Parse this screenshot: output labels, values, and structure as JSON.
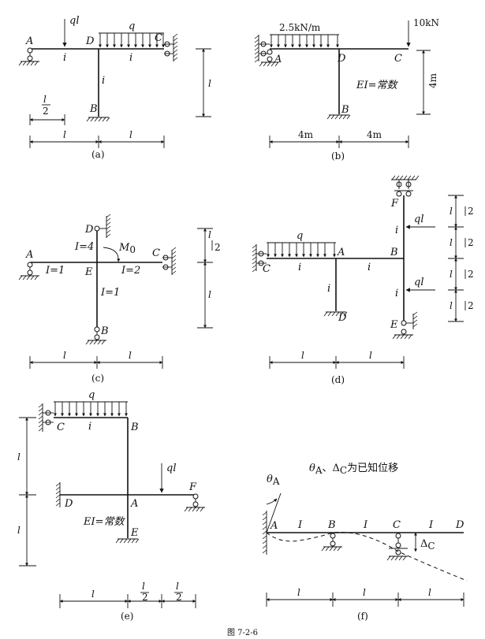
{
  "diagrams": {
    "a": {
      "caption": "(a)",
      "nodes": {
        "A": "A",
        "B": "B",
        "C": "C",
        "D": "D"
      },
      "loads": {
        "point": "ql",
        "dist": "q"
      },
      "stiffness": {
        "AD": "i",
        "DC": "i",
        "DB": "i"
      },
      "dims": {
        "half": "l",
        "half_den": "2",
        "left": "l",
        "right": "l",
        "height": "l"
      }
    },
    "b": {
      "caption": "(b)",
      "nodes": {
        "A": "A",
        "B": "B",
        "C": "C",
        "D": "D"
      },
      "loads": {
        "dist": "2.5kN/m",
        "point": "10kN"
      },
      "note": "EI=常数",
      "dims": {
        "left": "4m",
        "right": "4m",
        "height": "4m"
      }
    },
    "c": {
      "caption": "(c)",
      "nodes": {
        "A": "A",
        "B": "B",
        "C": "C",
        "D": "D",
        "E": "E"
      },
      "moment": "M",
      "moment_sub": "0",
      "stiffness": {
        "ED": "I=4",
        "AE": "I=1",
        "EC": "I=2",
        "EB": "I=1"
      },
      "dims": {
        "left": "l",
        "right": "l",
        "top": "l",
        "top_den": "2",
        "bottom": "l"
      }
    },
    "d": {
      "caption": "(d)",
      "nodes": {
        "A": "A",
        "B": "B",
        "C": "C",
        "D": "D",
        "E": "E",
        "F": "F"
      },
      "loads": {
        "dist": "q",
        "upper": "ql",
        "lower": "ql"
      },
      "stiffness": {
        "CA": "i",
        "AB": "i",
        "AD": "i",
        "BF": "i",
        "BE": "i"
      },
      "dims": {
        "left": "l",
        "right": "l",
        "seg": "l",
        "seg_den": "2"
      }
    },
    "e": {
      "caption": "(e)",
      "nodes": {
        "A": "A",
        "B": "B",
        "C": "C",
        "D": "D",
        "E": "E",
        "F": "F"
      },
      "loads": {
        "dist": "q",
        "point": "ql"
      },
      "stiffness": {
        "CB": "i"
      },
      "note": "EI=常数",
      "dims": {
        "top": "l",
        "bottom": "l",
        "left": "l",
        "half": "l",
        "half_den": "2"
      }
    },
    "f": {
      "caption": "(f)",
      "nodes": {
        "A": "A",
        "B": "B",
        "C": "C",
        "D": "D"
      },
      "title": "θ",
      "title_sub": "A",
      "title_rest": "、Δ",
      "title_sub2": "C",
      "title_tail": "为已知位移",
      "theta": "θ",
      "theta_sub": "A",
      "delta": "Δ",
      "delta_sub": "C",
      "stiffness": {
        "AB": "I",
        "BC": "I",
        "CD": "I"
      },
      "dims": {
        "s1": "l",
        "s2": "l",
        "s3": "l"
      }
    }
  },
  "figure_label": "图 7-2-6"
}
